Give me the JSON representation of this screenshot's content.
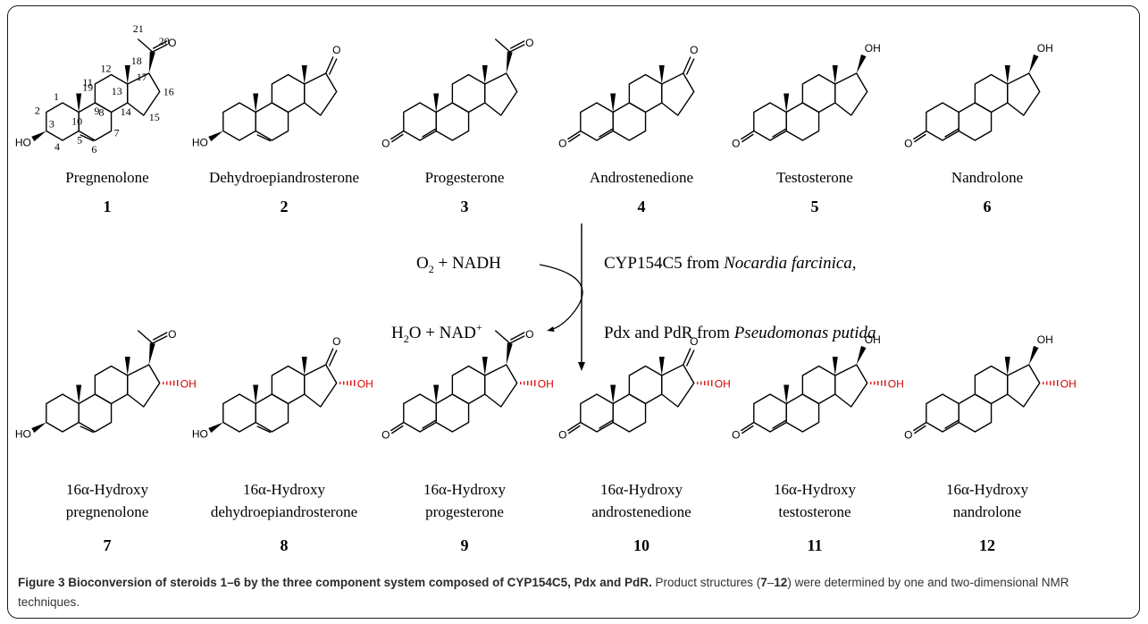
{
  "caption": {
    "label": "Figure 3",
    "bold_text": "Bioconversion of steroids 1–6 by the three component system composed of CYP154C5, Pdx and PdR.",
    "text_before": "Product structures (",
    "range_start": "7",
    "range_sep": "–",
    "range_end": "12",
    "text_after": ") were determined by one and two-dimensional NMR techniques."
  },
  "substrates": [
    {
      "name": "Pregnenolone",
      "number": "1"
    },
    {
      "name": "Dehydroepiandrosterone",
      "number": "2"
    },
    {
      "name": "Progesterone",
      "number": "3"
    },
    {
      "name": "Androstenedione",
      "number": "4"
    },
    {
      "name": "Testosterone",
      "number": "5"
    },
    {
      "name": "Nandrolone",
      "number": "6"
    }
  ],
  "products": [
    {
      "name_line1": "16α-Hydroxy",
      "name_line2": "pregnenolone",
      "number": "7"
    },
    {
      "name_line1": "16α-Hydroxy",
      "name_line2": "dehydroepiandrosterone",
      "number": "8"
    },
    {
      "name_line1": "16α-Hydroxy",
      "name_line2": "progesterone",
      "number": "9"
    },
    {
      "name_line1": "16α-Hydroxy",
      "name_line2": "androstenedione",
      "number": "10"
    },
    {
      "name_line1": "16α-Hydroxy",
      "name_line2": "testosterone",
      "number": "11"
    },
    {
      "name_line1": "16α-Hydroxy",
      "name_line2": "nandrolone",
      "number": "12"
    }
  ],
  "reaction": {
    "cofactor_in": "O2 + NADH",
    "cofactor_out": "H2O + NAD+",
    "enzyme_line1_prefix": "CYP154C5 from ",
    "enzyme_line1_organism": "Nocardia farcinica,",
    "enzyme_line2_prefix": "Pdx and PdR from ",
    "enzyme_line2_organism": "Pseudomonas putida"
  },
  "atoms": {
    "ho": "HO",
    "o": "O",
    "oh": "OH"
  },
  "locants": [
    "1",
    "2",
    "3",
    "4",
    "5",
    "6",
    "7",
    "8",
    "9",
    "10",
    "11",
    "12",
    "13",
    "14",
    "15",
    "16",
    "17",
    "18",
    "19",
    "20",
    "21"
  ],
  "colors": {
    "hydroxyl_red": "#d40000",
    "caption_text": "#333333"
  }
}
